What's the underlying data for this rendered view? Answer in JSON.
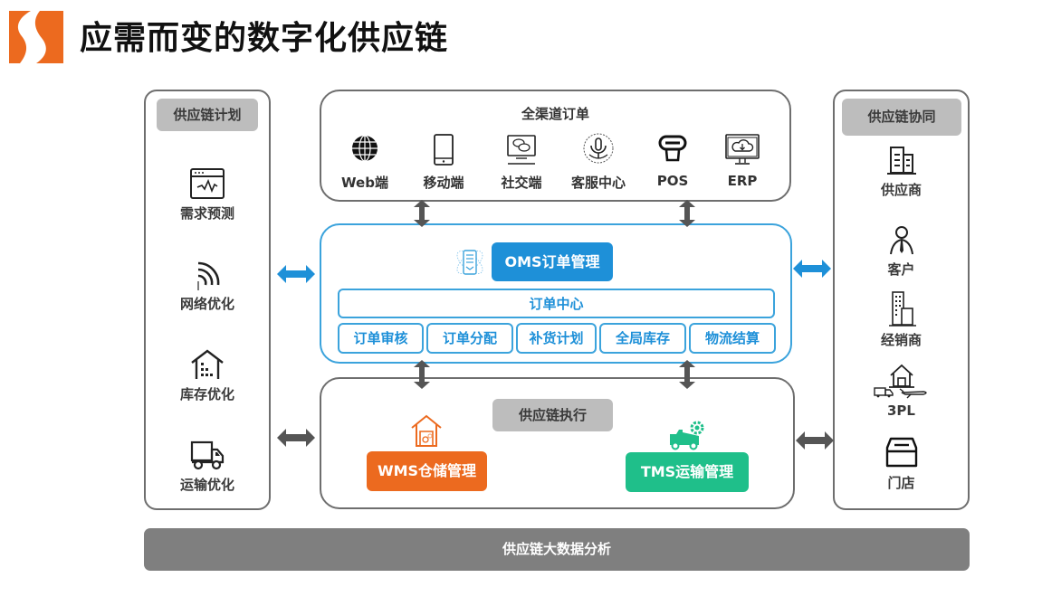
{
  "header": {
    "title": "应需而变的数字化供应链",
    "logo_icon": "brand-s-logo",
    "brand_color": "#ec6a1f"
  },
  "plan": {
    "tag": "供应链计划",
    "items": [
      {
        "label": "需求预测",
        "icon": "browser-pulse-icon"
      },
      {
        "label": "网络优化",
        "icon": "signal-wave-icon"
      },
      {
        "label": "库存优化",
        "icon": "warehouse-boxes-icon"
      },
      {
        "label": "运输优化",
        "icon": "truck-icon"
      }
    ]
  },
  "channels": {
    "title": "全渠道订单",
    "items": [
      {
        "label": "Web端",
        "icon": "globe-icon"
      },
      {
        "label": "移动端",
        "icon": "tablet-icon"
      },
      {
        "label": "社交端",
        "icon": "chat-monitor-icon"
      },
      {
        "label": "客服中心",
        "icon": "microphone-icon"
      },
      {
        "label": "POS",
        "icon": "pos-scanner-icon"
      },
      {
        "label": "ERP",
        "icon": "cloud-monitor-icon"
      }
    ]
  },
  "oms": {
    "title": "OMS订单管理",
    "center": "订单中心",
    "modules": [
      "订单审核",
      "订单分配",
      "补货计划",
      "全局库存",
      "物流结算"
    ],
    "color": "#1e90d8"
  },
  "execution": {
    "tag": "供应链执行",
    "wms": {
      "label": "WMS仓储管理",
      "color": "#ec6a1f"
    },
    "tms": {
      "label": "TMS运输管理",
      "color": "#1fbf8a"
    }
  },
  "collab": {
    "tag": "供应链协同",
    "items": [
      {
        "label": "供应商",
        "icon": "buildings-icon"
      },
      {
        "label": "客户",
        "icon": "person-tie-icon"
      },
      {
        "label": "经销商",
        "icon": "office-building-icon"
      },
      {
        "label": "3PL",
        "icon": "logistics-house-vehicles-icon"
      },
      {
        "label": "门店",
        "icon": "store-box-icon"
      }
    ]
  },
  "footer": {
    "bar_label": "供应链大数据分析"
  }
}
